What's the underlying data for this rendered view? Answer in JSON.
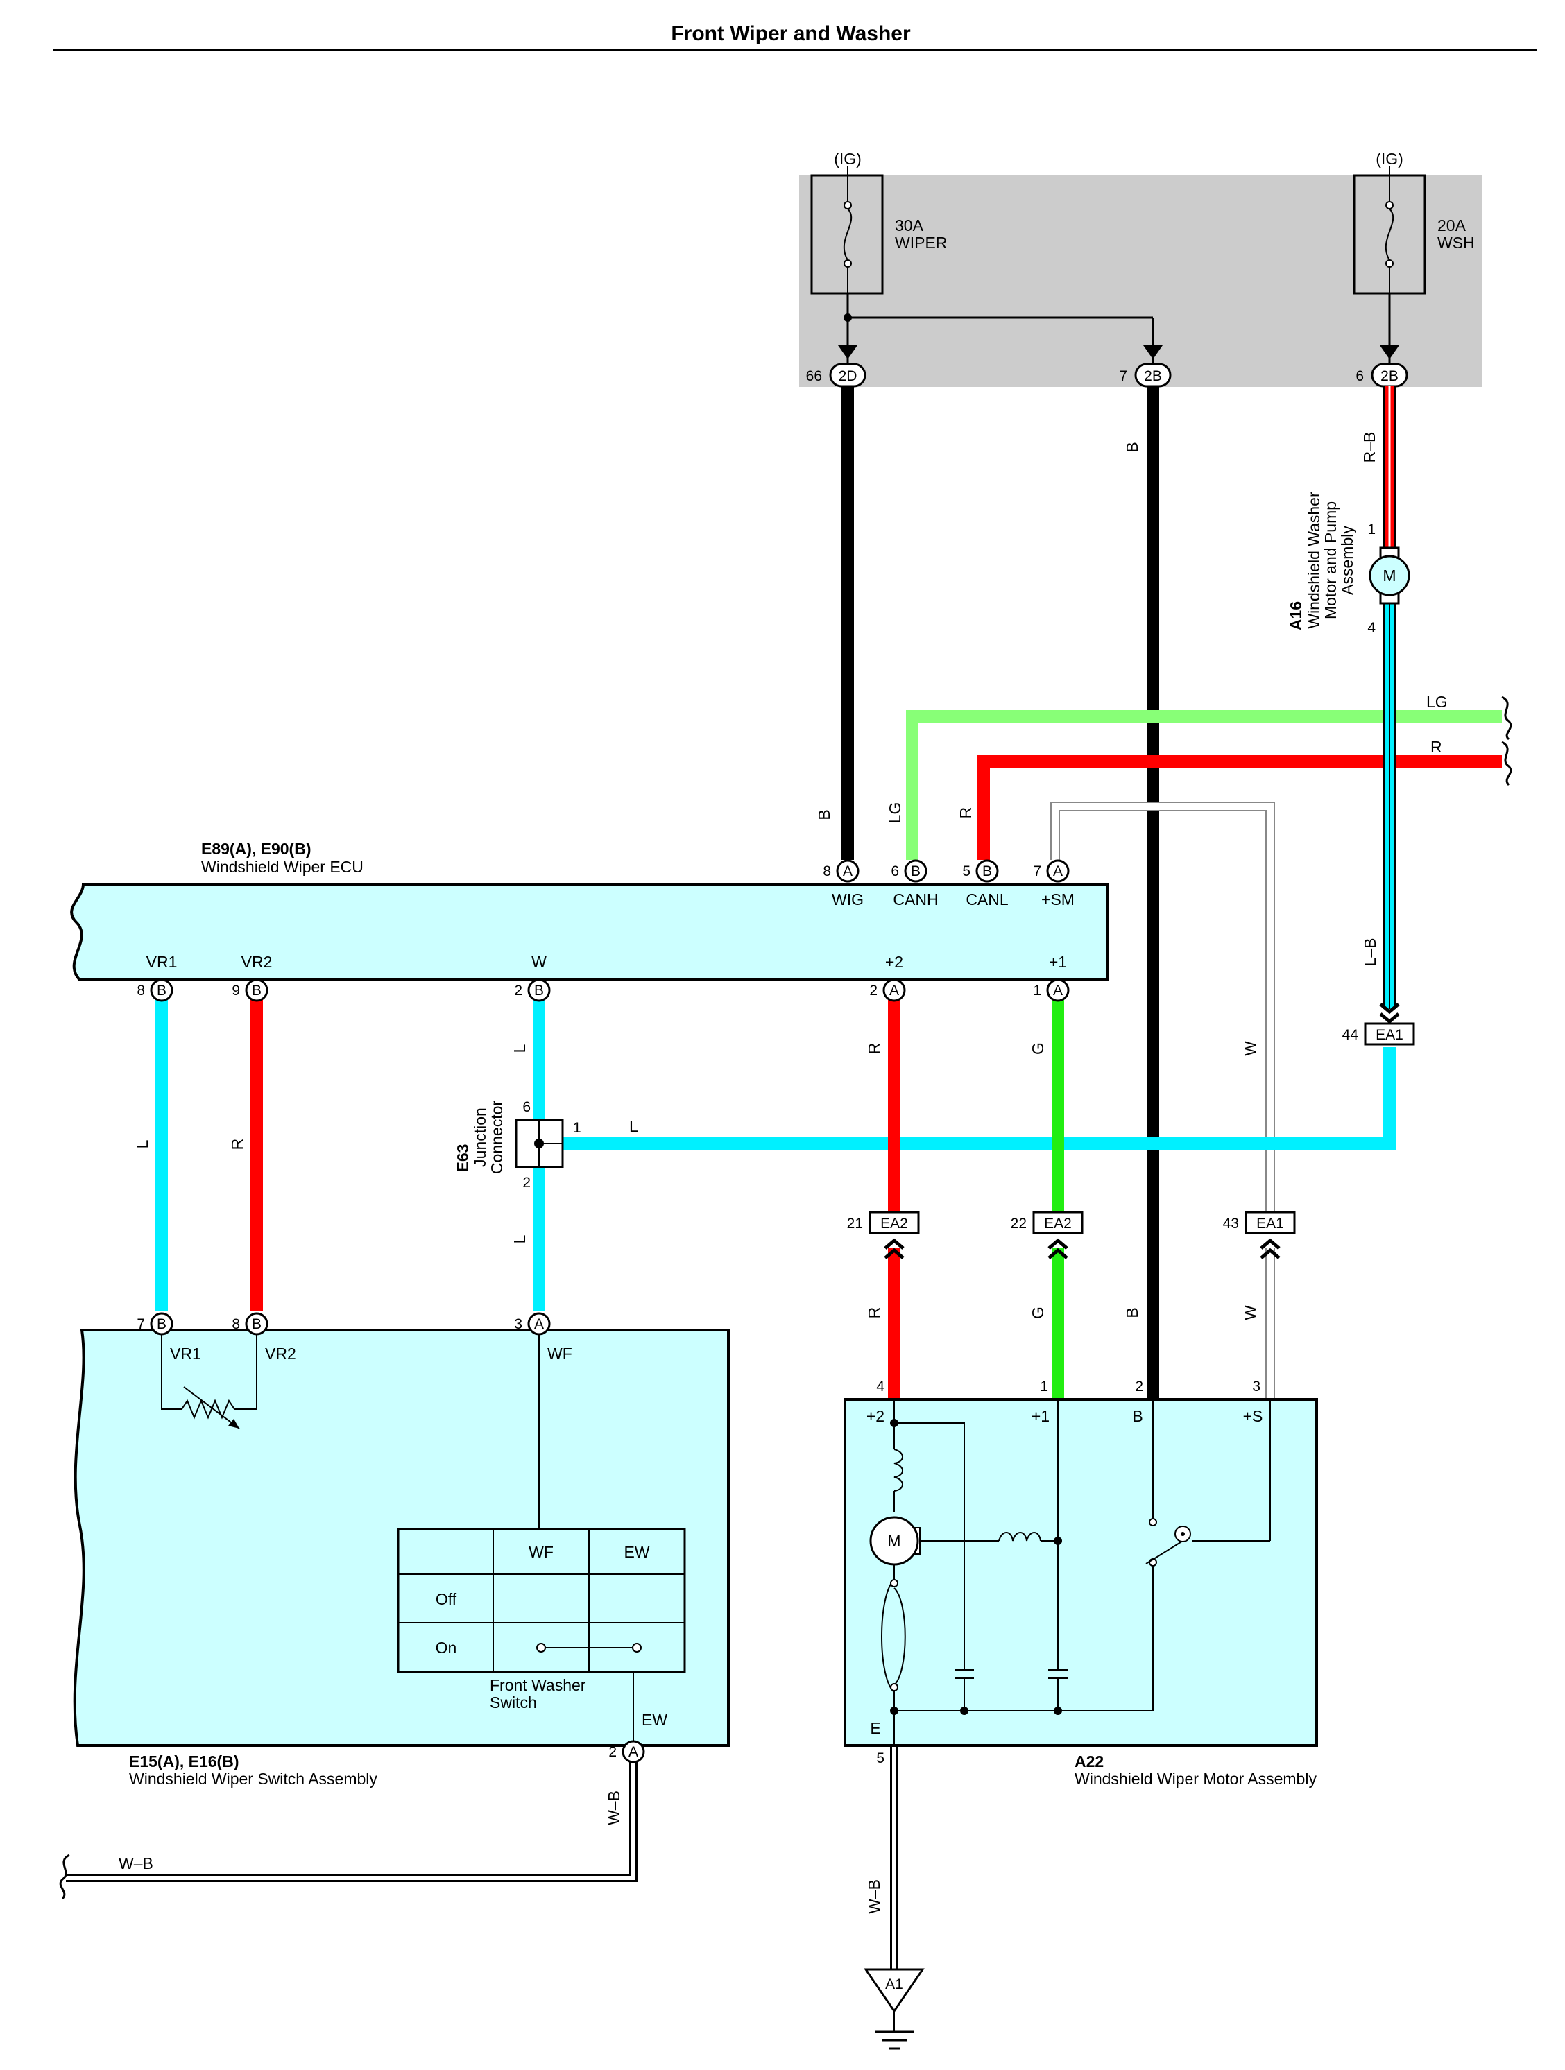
{
  "title": "Front Wiper and Washer",
  "fuse_box": {
    "ig_left": "(IG)",
    "ig_right": "(IG)",
    "fuse_wiper": [
      "30A",
      "WIPER"
    ],
    "fuse_wsh": [
      "20A",
      "WSH"
    ],
    "conn_2d_pin": "66",
    "conn_2d": "2D",
    "conn_2b_mid_pin": "7",
    "conn_2b_mid": "2B",
    "conn_2b_right_pin": "6",
    "conn_2b_right": "2B"
  },
  "wire_colors": {
    "B": "#000000",
    "R": "#ff0000",
    "L": "#00f0ff",
    "G": "#22ee11",
    "LG": "#88ff77",
    "W": "#ffffff",
    "RB_red": "#ff0000",
    "component_fill": "#ccffff",
    "fuse_box_fill": "#cccccc"
  },
  "wire_labels": {
    "b_2d": "B",
    "b_2b": "B",
    "rb": "R–B",
    "lg_h": "LG",
    "r_h": "R",
    "lg_v": "LG",
    "r_v": "R",
    "b_wig": "B",
    "lb": "L–B",
    "w_upper": "W",
    "l_vr1": "L",
    "r_vr2": "R",
    "l_w_upper": "L",
    "l_w_lower": "L",
    "l_junction": "L",
    "r_plus2_upper": "R",
    "g_plus1_upper": "G",
    "r_plus2_lower": "R",
    "g_plus1_lower": "G",
    "b_lower": "B",
    "w_lower": "W",
    "wb_v": "W–B",
    "wb_h": "W–B",
    "wb_ground": "W–B"
  },
  "washer_pump": {
    "code": "A16",
    "name_lines": [
      "Windshield Washer",
      "Motor and Pump",
      "Assembly"
    ],
    "pin_top": "1",
    "pin_bottom": "4",
    "motor": "M"
  },
  "ecu": {
    "code": "E89(A), E90(B)",
    "name": "Windshield Wiper ECU",
    "top_pins": [
      {
        "num": "8",
        "conn": "A",
        "label": "WIG"
      },
      {
        "num": "6",
        "conn": "B",
        "label": "CANH"
      },
      {
        "num": "5",
        "conn": "B",
        "label": "CANL"
      },
      {
        "num": "7",
        "conn": "A",
        "label": "+SM"
      }
    ],
    "bottom_pins": [
      {
        "num": "8",
        "conn": "B",
        "label": "VR1"
      },
      {
        "num": "9",
        "conn": "B",
        "label": "VR2"
      },
      {
        "num": "2",
        "conn": "B",
        "label": "W"
      },
      {
        "num": "2",
        "conn": "A",
        "label": "+2"
      },
      {
        "num": "1",
        "conn": "A",
        "label": "+1"
      }
    ]
  },
  "junction": {
    "code": "E63",
    "name_lines": [
      "Junction",
      "Connector"
    ],
    "pin_top": "6",
    "pin_right": "1",
    "pin_bottom": "2"
  },
  "connectors": {
    "ea1_top_pin": "44",
    "ea1_top": "EA1",
    "ea2_left_pin": "21",
    "ea2_left": "EA2",
    "ea2_mid_pin": "22",
    "ea2_mid": "EA2",
    "ea1_right_pin": "43",
    "ea1_right": "EA1",
    "ground": "A1"
  },
  "switch_assy": {
    "code": "E15(A), E16(B)",
    "name": "Windshield Wiper Switch Assembly",
    "top_pins": [
      {
        "num": "7",
        "conn": "B",
        "label": "VR1"
      },
      {
        "num": "8",
        "conn": "B",
        "label": "VR2"
      },
      {
        "num": "3",
        "conn": "A",
        "label": "WF"
      }
    ],
    "bottom_pin": {
      "num": "2",
      "conn": "A",
      "label": "EW"
    },
    "table": {
      "headers": [
        "WF",
        "EW"
      ],
      "rows": [
        "Off",
        "On"
      ],
      "caption_lines": [
        "Front Washer",
        "Switch"
      ]
    }
  },
  "motor_assy": {
    "code": "A22",
    "name": "Windshield Wiper Motor Assembly",
    "pins": [
      {
        "num": "4",
        "label": "+2"
      },
      {
        "num": "1",
        "label": "+1"
      },
      {
        "num": "2",
        "label": "B"
      },
      {
        "num": "3",
        "label": "+S"
      }
    ],
    "bottom_pin": {
      "num": "5",
      "label": "E"
    },
    "motor": "M"
  }
}
